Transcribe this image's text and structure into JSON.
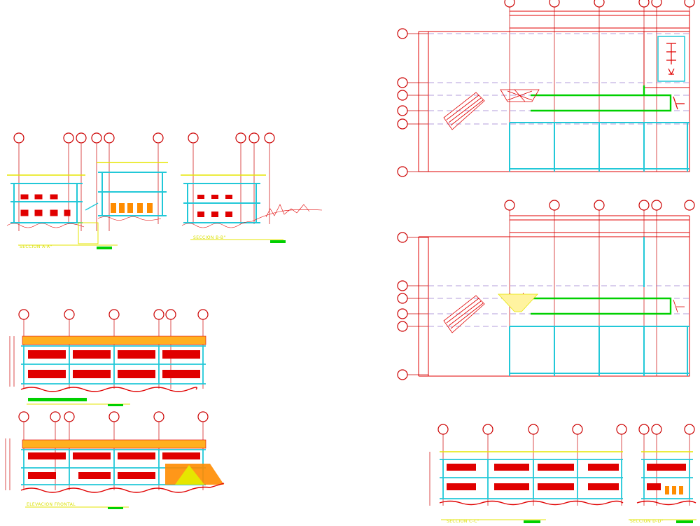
{
  "drawing": {
    "background": "#ffffff",
    "colors": {
      "structure_red": "#e00000",
      "axis_red": "#cc0000",
      "slab_cyan": "#22c8d8",
      "green": "#00d000",
      "yellow": "#e6e600",
      "orange": "#ff8c00",
      "dash_violet": "#9a7fcf",
      "magenta": "#ff00cc"
    },
    "labels": {
      "section_aa": "SECCION A-A\"",
      "section_bb": "SECCION B-B\"",
      "elevation_frontal": "ELEVACION FRONTAL",
      "section_cc": "SECCION C-C\"",
      "section_dd": "SECCION D-D\""
    },
    "views": [
      {
        "id": "section-aa",
        "kind": "building-section"
      },
      {
        "id": "section-bb",
        "kind": "building-section"
      },
      {
        "id": "elevation-back",
        "kind": "building-elevation"
      },
      {
        "id": "elevation-frontal",
        "kind": "building-elevation"
      },
      {
        "id": "plan-upper",
        "kind": "floor-plan"
      },
      {
        "id": "plan-lower",
        "kind": "floor-plan"
      },
      {
        "id": "section-cc",
        "kind": "building-section"
      },
      {
        "id": "section-dd",
        "kind": "building-section"
      }
    ]
  }
}
